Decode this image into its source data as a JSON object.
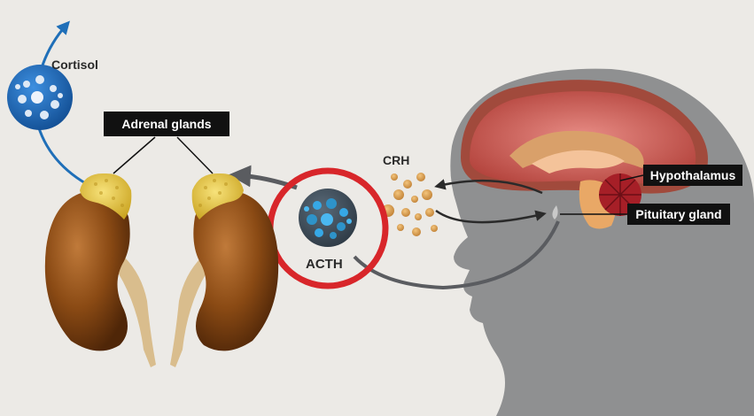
{
  "labels": {
    "cortisol": "Cortisol",
    "adrenal_glands": "Adrenal glands",
    "crh": "CRH",
    "acth": "ACTH",
    "hypothalamus": "Hypothalamus",
    "pituitary_gland": "Pituitary gland"
  },
  "colors": {
    "background": "#eceae6",
    "head_silhouette": "#8f9091",
    "kidney": "#8a4a14",
    "adrenal_gland": "#e8c43a",
    "brain_cortex": "#c9584f",
    "cortisol_sphere": "#1b6fc2",
    "acth_sphere": "#2e93c9",
    "crh_particles": "#dba04c",
    "highlight_ring": "#d8262a",
    "arrows": "#5a5c60",
    "cortisol_arrow": "#1f6fb8",
    "label_box": "#111111",
    "label_text": "#ffffff"
  }
}
